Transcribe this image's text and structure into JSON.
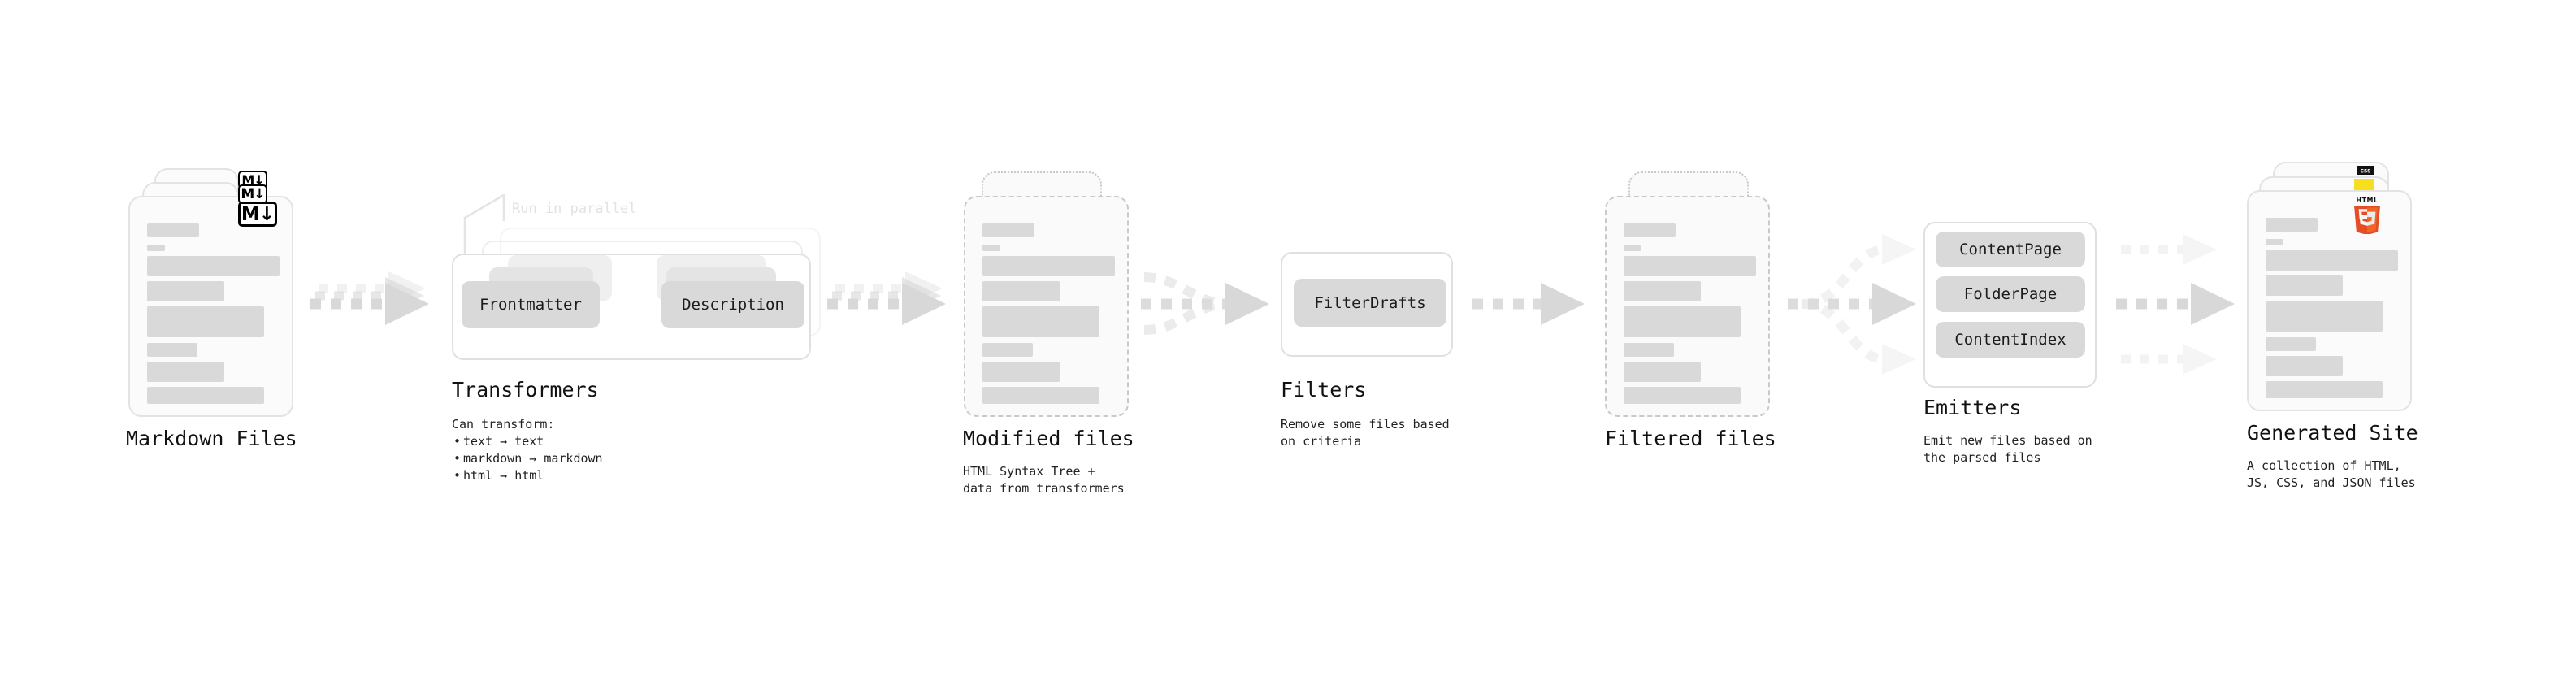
{
  "diagram": {
    "title": "Static site generation pipeline",
    "accent_colors": {
      "markdown_badge": "#000000",
      "html5_badge": "#e44d26",
      "html5_badge_light": "#f16529",
      "js_badge": "#f7df1e",
      "css_badge": "#264de4",
      "chip_fill": "#d9d9d9",
      "arrow_fill": "#d8d8d8",
      "skeleton": "#d9d9d9"
    }
  },
  "stages": [
    {
      "id": "markdown-files",
      "title": "Markdown Files",
      "caption": "",
      "badge": "M↓",
      "badge_name": "markdown-icon"
    },
    {
      "id": "transformers",
      "title": "Transformers",
      "caption": "",
      "note": "Run in parallel",
      "bullets_lead": "Can transform:",
      "bullets": [
        "text → text",
        "markdown → markdown",
        "html → html"
      ],
      "chips": [
        "Frontmatter",
        "Description"
      ]
    },
    {
      "id": "modified-files",
      "title": "Modified files",
      "caption": "HTML Syntax Tree +\ndata from transformers"
    },
    {
      "id": "filters",
      "title": "Filters",
      "caption": "Remove some files based\non criteria",
      "chips": [
        "FilterDrafts"
      ]
    },
    {
      "id": "filtered-files",
      "title": "Filtered files",
      "caption": ""
    },
    {
      "id": "emitters",
      "title": "Emitters",
      "caption": "Emit new files based on\nthe parsed files",
      "chips": [
        "ContentPage",
        "FolderPage",
        "ContentIndex"
      ]
    },
    {
      "id": "generated-site",
      "title": "Generated Site",
      "caption": "A collection of HTML,\nJS, CSS, and JSON files",
      "badge": "HTML5",
      "badge_name": "html5-icon"
    }
  ],
  "chips": {
    "frontmatter": "Frontmatter",
    "description": "Description",
    "filter_drafts": "FilterDrafts",
    "content_page": "ContentPage",
    "folder_page": "FolderPage",
    "content_index": "ContentIndex"
  },
  "labels": {
    "markdown_files": "Markdown Files",
    "transformers": "Transformers",
    "modified_files": "Modified files",
    "filters": "Filters",
    "filtered_files": "Filtered files",
    "emitters": "Emitters",
    "generated_site": "Generated Site"
  },
  "captions": {
    "transformers_lead": "Can transform:",
    "transformers_b1": "text → text",
    "transformers_b2": "markdown → markdown",
    "transformers_b3": "html → html",
    "modified_files": "HTML Syntax Tree +\ndata from transformers",
    "filters": "Remove some files based\non criteria",
    "emitters": "Emit new files based on\nthe parsed files",
    "generated_site": "A collection of HTML,\nJS, CSS, and JSON files",
    "run_in_parallel": "Run in parallel"
  },
  "badges": {
    "markdown": "M↓",
    "html5_word": "HTML",
    "html5_digit": "5",
    "css_word": "CSS"
  }
}
